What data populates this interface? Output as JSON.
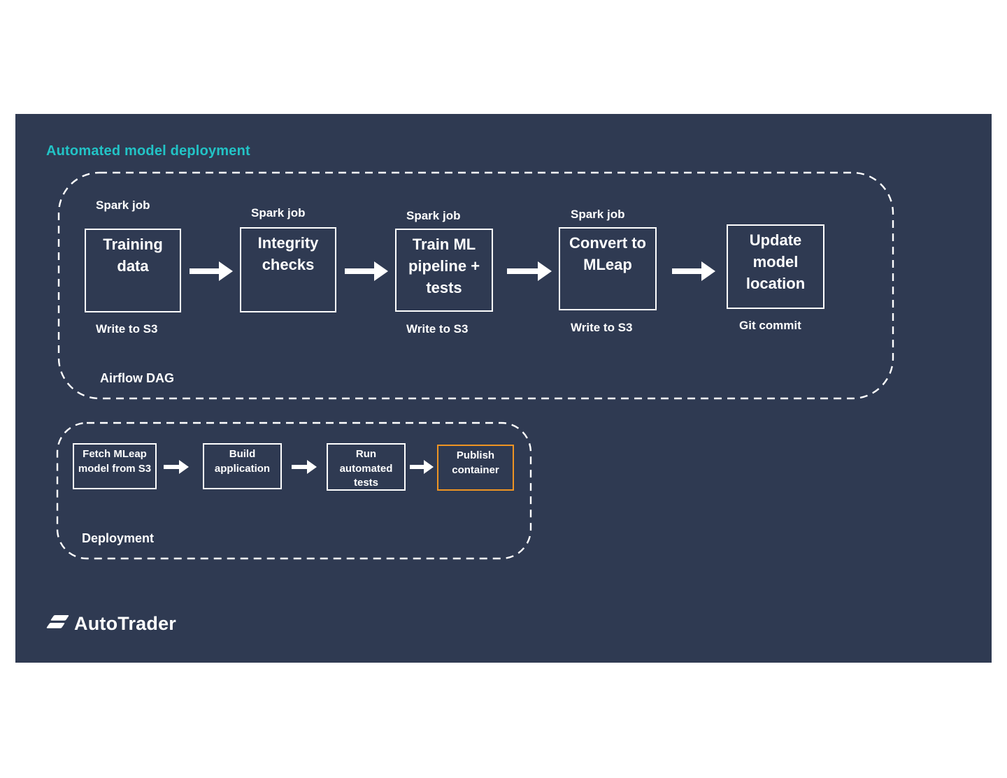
{
  "slide": {
    "title": "Automated model deployment",
    "logo_text": "AutoTrader"
  },
  "colors": {
    "background": "#2F3A52",
    "title_teal": "#22C3C6",
    "highlight_orange": "#EE9423",
    "line_white": "#FFFFFF"
  },
  "airflow": {
    "group_label": "Airflow DAG",
    "steps": [
      {
        "top_label": "Spark job",
        "title": "Training data",
        "bottom_label": "Write to S3"
      },
      {
        "top_label": "Spark job",
        "title": "Integrity checks",
        "bottom_label": ""
      },
      {
        "top_label": "Spark job",
        "title": "Train ML pipeline + tests",
        "bottom_label": "Write to S3"
      },
      {
        "top_label": "Spark job",
        "title": "Convert to MLeap",
        "bottom_label": "Write to S3"
      },
      {
        "top_label": "",
        "title": "Update model location",
        "bottom_label": "Git commit"
      }
    ]
  },
  "deployment": {
    "group_label": "Deployment",
    "steps": [
      {
        "title": "Fetch MLeap model from S3"
      },
      {
        "title": "Build application"
      },
      {
        "title": "Run automated tests"
      },
      {
        "title": "Publish container"
      }
    ]
  }
}
